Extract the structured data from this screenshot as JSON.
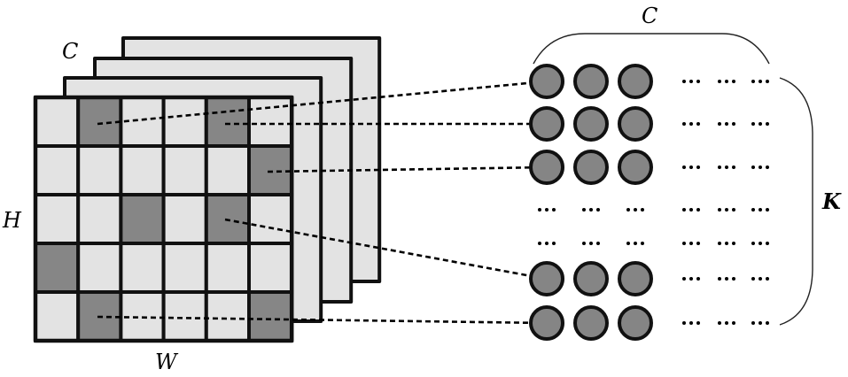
{
  "labels": {
    "channels_top_left": "C",
    "height": "H",
    "width": "W",
    "channels_top_right": "C",
    "kernels": "K"
  },
  "feature_map": {
    "rows": 5,
    "cols": 6,
    "stacked_layers": 4,
    "selected_cells": [
      {
        "row": 0,
        "col": 1
      },
      {
        "row": 0,
        "col": 4
      },
      {
        "row": 1,
        "col": 5
      },
      {
        "row": 2,
        "col": 2
      },
      {
        "row": 2,
        "col": 4
      },
      {
        "row": 3,
        "col": 0
      },
      {
        "row": 4,
        "col": 1
      },
      {
        "row": 4,
        "col": 5
      }
    ]
  },
  "mapping": [
    {
      "from": {
        "row": 0,
        "col": 1
      },
      "to_row": 0
    },
    {
      "from": {
        "row": 0,
        "col": 4
      },
      "to_row": 1
    },
    {
      "from": {
        "row": 1,
        "col": 5
      },
      "to_row": 2
    },
    {
      "from": {
        "row": 2,
        "col": 4
      },
      "to_row": 3
    },
    {
      "from": {
        "row": 4,
        "col": 1
      },
      "to_row": 4
    }
  ],
  "node_matrix": {
    "circle_rows": 5,
    "circle_cols": 3,
    "ellipsis_text": "•••",
    "ellipsis_rows_between": 2,
    "trailing_ellipsis_cols": 3
  },
  "colors": {
    "light_cell": "#e3e3e3",
    "dark_cell": "#868686",
    "stroke": "#111111",
    "circle_fill": "#858585"
  }
}
